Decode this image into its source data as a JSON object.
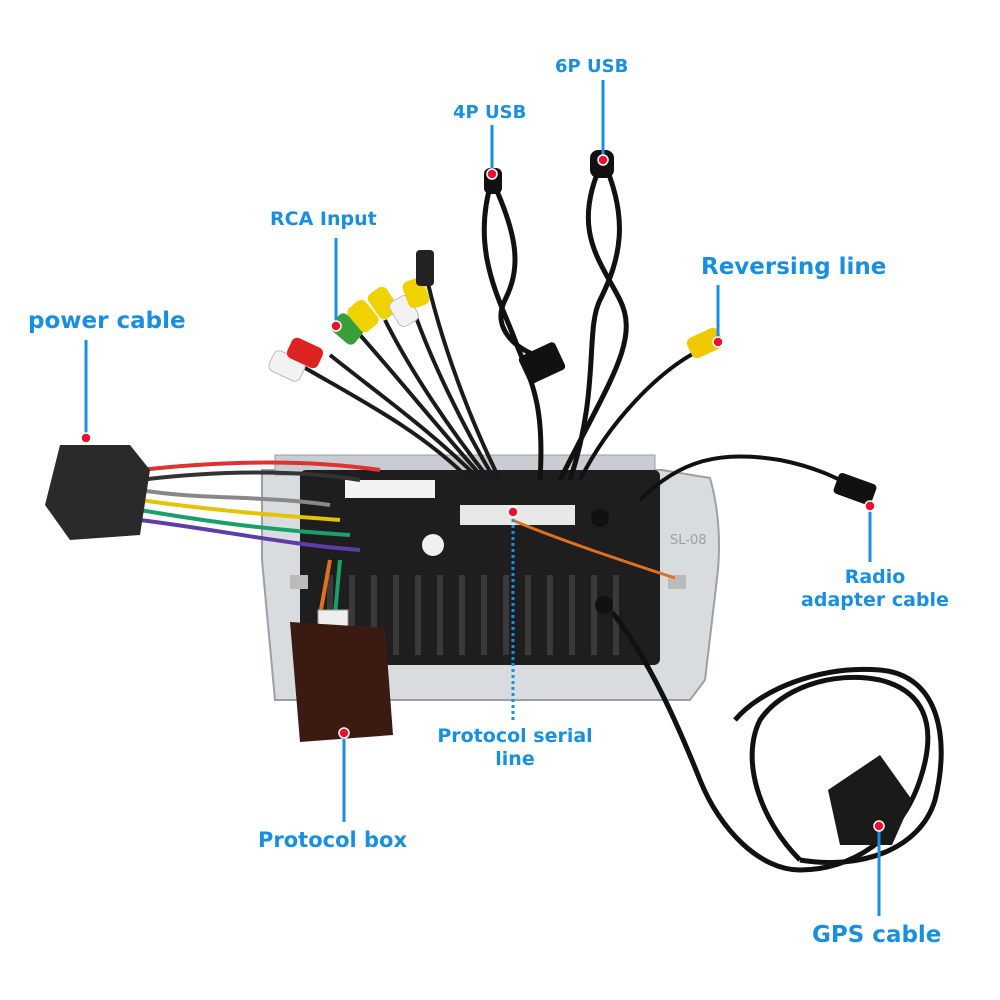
{
  "labels": {
    "usb_6p": "6P USB",
    "usb_4p": "4P USB",
    "rca_input": "RCA Input",
    "reversing_line": "Reversing line",
    "power_cable": "power cable",
    "radio_adapter_1": "Radio",
    "radio_adapter_2": "adapter cable",
    "protocol_serial_1": "Protocol serial",
    "protocol_serial_2": "line",
    "protocol_box": "Protocol box",
    "gps_cable": "GPS cable",
    "unit_mark": "SL-08"
  },
  "colors": {
    "label_blue": "#1a8fe0",
    "marker_red": "#e8102e",
    "unit_silver": "#d9dcdf",
    "unit_back": "#1e1e1e",
    "box_brown": "#3b1a12",
    "cable_black": "#111111"
  }
}
